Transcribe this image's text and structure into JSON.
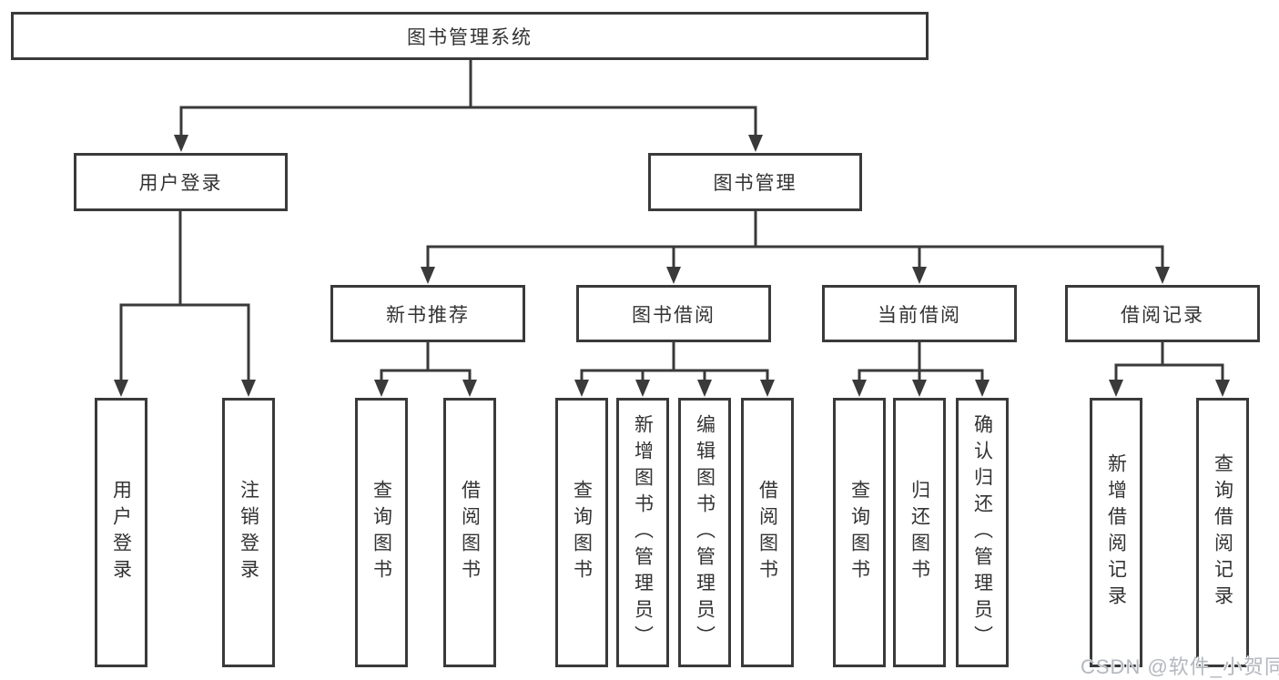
{
  "colors": {
    "line": "#3a3a3a",
    "text": "#333333",
    "box-bg": "#ffffff",
    "watermark": "#b4b8bf",
    "background": "#ffffff"
  },
  "watermark": {
    "text": "CSDN @软件_小贺同学"
  },
  "diagram": {
    "root": {
      "label": "图书管理系统",
      "children": [
        {
          "label": "用户登录",
          "children": [
            {
              "label": "用户登录"
            },
            {
              "label": "注销登录"
            }
          ]
        },
        {
          "label": "图书管理",
          "children": [
            {
              "label": "新书推荐",
              "children": [
                {
                  "label": "查询图书"
                },
                {
                  "label": "借阅图书"
                }
              ]
            },
            {
              "label": "图书借阅",
              "children": [
                {
                  "label": "查询图书"
                },
                {
                  "label": "新增图书（管理员）"
                },
                {
                  "label": "编辑图书（管理员）"
                },
                {
                  "label": "借阅图书"
                }
              ]
            },
            {
              "label": "当前借阅",
              "children": [
                {
                  "label": "查询图书"
                },
                {
                  "label": "归还图书"
                },
                {
                  "label": "确认归还（管理员）"
                }
              ]
            },
            {
              "label": "借阅记录",
              "children": [
                {
                  "label": "新增借阅记录"
                },
                {
                  "label": "查询借阅记录"
                }
              ]
            }
          ]
        }
      ]
    }
  }
}
